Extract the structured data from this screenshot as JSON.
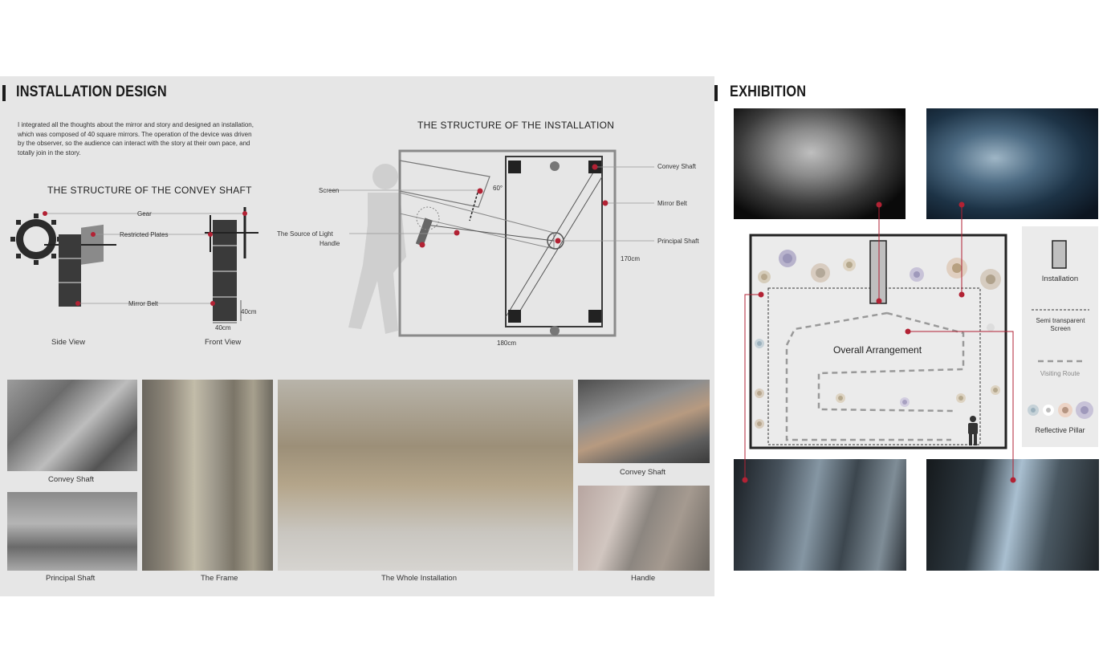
{
  "installation": {
    "title": "INSTALLATION DESIGN",
    "intro": "I integrated all the thoughts about the mirror and story and designed an installation, which was composed of 40 square mirrors. The operation of the device was driven by the observer, so the audience can interact with the story at their own pace, and totally join in the story.",
    "convey": {
      "title": "THE STRUCTURE OF THE CONVEY SHAFT",
      "gear": "Gear",
      "plates": "Restricted Plates",
      "belt": "Mirror Belt",
      "dim_w": "40cm",
      "dim_h": "40cm",
      "side": "Side View",
      "front": "Front View"
    },
    "structure": {
      "title": "THE STRUCTURE OF THE INSTALLATION",
      "screen": "Screen",
      "light": "The Source of Light",
      "handle": "Handle",
      "angle": "60°",
      "convey": "Convey Shaft",
      "belt": "Mirror Belt",
      "principal": "Principal Shaft",
      "h": "170cm",
      "w": "180cm"
    },
    "photos": {
      "p1": "Convey Shaft",
      "p2": "Principal Shaft",
      "p3": "The Frame",
      "p4": "The Whole Installation",
      "p5": "Convey Shaft",
      "p6": "Handle"
    }
  },
  "exhibition": {
    "title": "EXHIBITION",
    "arrangement": "Overall Arrangement",
    "legend": {
      "installation": "Installation",
      "screen": "Semi transparent Screen",
      "route": "Visiting Route",
      "pillar": "Reflective Pillar"
    }
  },
  "colors": {
    "accent": "#b22234",
    "panel": "#e6e6e6"
  }
}
